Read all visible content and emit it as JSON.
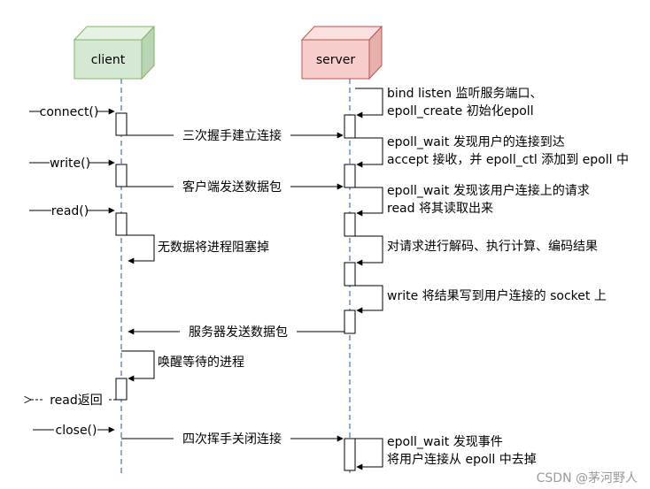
{
  "actors": {
    "client": "client",
    "server": "server"
  },
  "client_calls": {
    "connect": "connect()",
    "write": "write()",
    "read": "read()",
    "read_return": "read返回",
    "close": "close()"
  },
  "messages": {
    "handshake": "三次握手建立连接",
    "client_send": "客户端发送数据包",
    "server_send": "服务器发送数据包",
    "wave": "四次挥手关闭连接"
  },
  "client_notes": {
    "block": "无数据将进程阻塞掉",
    "wakeup": "唤醒等待的进程"
  },
  "server_notes": {
    "n1_line1": "bind listen 监听服务端口、",
    "n1_line2": "epoll_create 初始化epoll",
    "n2_line1": "epoll_wait 发现用户的连接到达",
    "n2_line2": "accept 接收，并 epoll_ctl 添加到 epoll 中",
    "n3_line1": "epoll_wait 发现该用户连接上的请求",
    "n3_line2": "read 将其读取出来",
    "n4": "对请求进行解码、执行计算、编码结果",
    "n5": "write 将结果写到用户连接的 socket 上",
    "n6_line1": "epoll_wait 发现事件",
    "n6_line2": "将用户连接从 epoll 中去掉"
  },
  "watermark": "CSDN @茅河野人",
  "colors": {
    "client_front": "#d5e8d4",
    "client_top": "#e6f2e3",
    "client_side": "#b9d6b4",
    "client_stroke": "#82b366",
    "server_front": "#f8cecc",
    "server_top": "#fbe0df",
    "server_side": "#e8b0ad",
    "server_stroke": "#b85450",
    "lifeline": "#6c8ebf",
    "line": "#000000"
  }
}
